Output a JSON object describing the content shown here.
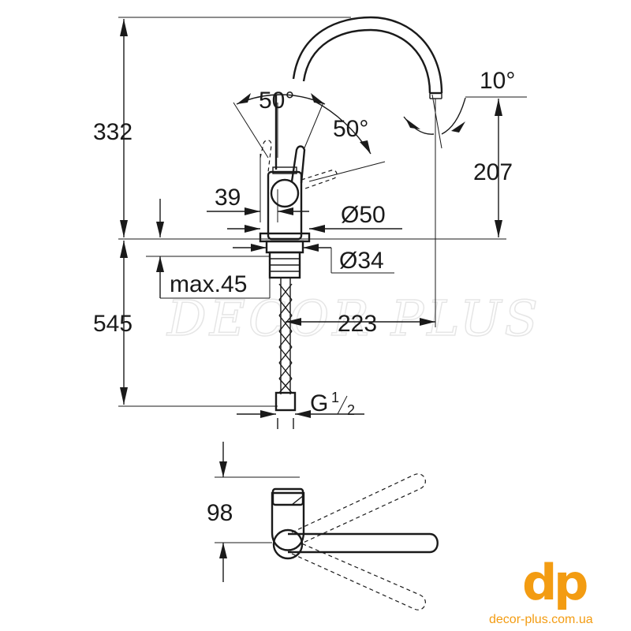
{
  "dimensions": {
    "height_total_above": "332",
    "spout_height": "207",
    "spout_angle": "10°",
    "lever_angle_left": "50°",
    "lever_angle_right": "50°",
    "lever_offset": "39",
    "base_diameter": "Ø50",
    "hole_diameter": "Ø34",
    "max_deck": "max.45",
    "below_deck": "545",
    "spout_reach": "223",
    "thread_main": "G",
    "thread_num": "1",
    "thread_den": "2",
    "top_view_depth": "98"
  },
  "watermark": "DECOR PLUS",
  "logo": {
    "mark_d": "d",
    "mark_p": "p",
    "url": "decor-plus.com.ua",
    "color": "#f39c12"
  }
}
